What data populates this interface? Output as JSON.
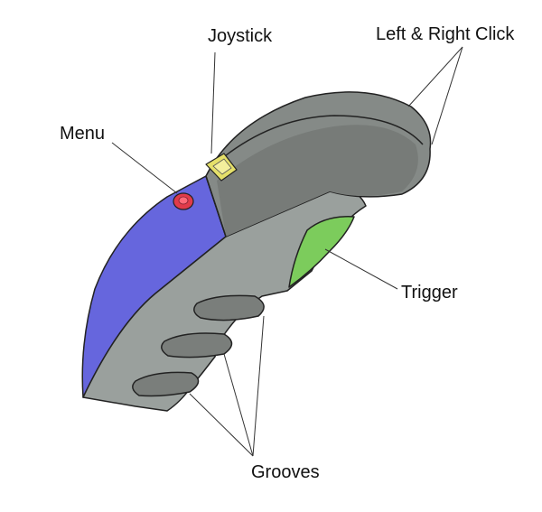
{
  "labels": {
    "joystick": "Joystick",
    "left_right_click": "Left & Right Click",
    "menu": "Menu",
    "trigger": "Trigger",
    "grooves": "Grooves"
  },
  "colors": {
    "body_light": "#9aa09d",
    "body_dark": "#7b7f7c",
    "blue_side": "#6666dd",
    "trigger_green": "#7ccc5c",
    "joystick_yellow": "#e5e06a",
    "menu_red": "#e03b4a",
    "outline": "#222222",
    "leader": "#333333"
  }
}
